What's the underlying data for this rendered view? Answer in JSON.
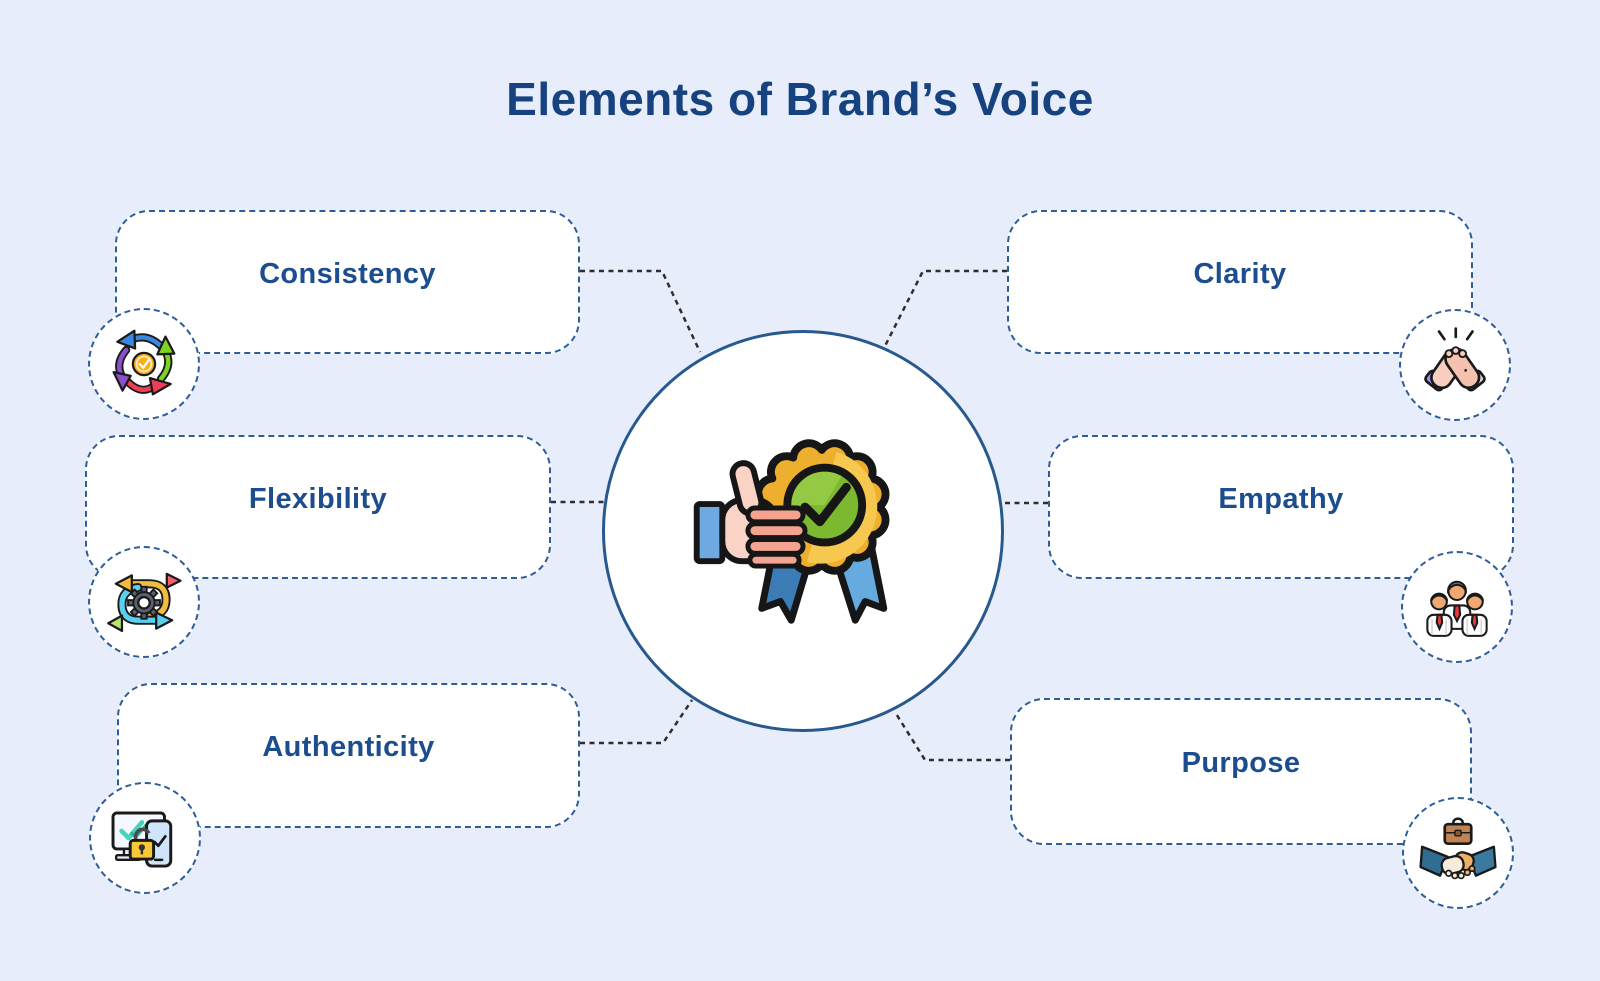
{
  "title": "Elements of Brand’s Voice",
  "nodes": [
    {
      "id": "consistency",
      "label": "Consistency",
      "icon": "cycle-arrows-icon",
      "position": "top-left"
    },
    {
      "id": "clarity",
      "label": "Clarity",
      "icon": "high-five-icon",
      "position": "top-right"
    },
    {
      "id": "flexibility",
      "label": "Flexibility",
      "icon": "agile-gear-icon",
      "position": "middle-left"
    },
    {
      "id": "empathy",
      "label": "Empathy",
      "icon": "team-icon",
      "position": "middle-right"
    },
    {
      "id": "authenticity",
      "label": "Authenticity",
      "icon": "device-verification-icon",
      "position": "bottom-left"
    },
    {
      "id": "purpose",
      "label": "Purpose",
      "icon": "handshake-briefcase-icon",
      "position": "bottom-right"
    }
  ],
  "center": {
    "icon": "thumbs-up-award-badge-icon",
    "description": "Thumbs-up hand holding a gold award rosette with a green check mark and blue ribbons"
  },
  "colors": {
    "background": "#e8edfb",
    "node_fill": "#ffffff",
    "node_border": "#2e5e99",
    "label_text": "#1c4d8e",
    "title_text": "#16427f",
    "connector": "#2e2e2e",
    "badge_gold": "#f0b232",
    "badge_green": "#7cb830",
    "ribbon_blue": "#66abdf"
  }
}
